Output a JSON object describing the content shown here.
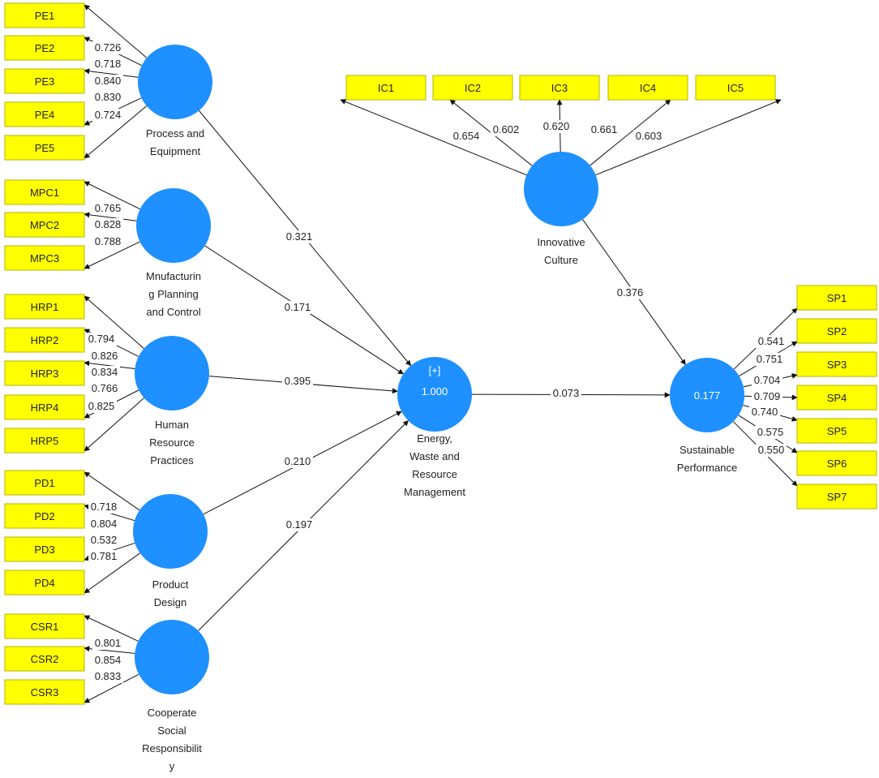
{
  "latents": [
    {
      "id": "pe",
      "name_lines": [
        "Process and",
        "Equipment"
      ],
      "value": "",
      "expand": ""
    },
    {
      "id": "mpc",
      "name_lines": [
        "Mnufacturin",
        "g Planning",
        "and Control"
      ],
      "value": "",
      "expand": ""
    },
    {
      "id": "hrp",
      "name_lines": [
        "Human",
        "Resource",
        "Practices"
      ],
      "value": "",
      "expand": ""
    },
    {
      "id": "pd",
      "name_lines": [
        "Product",
        "Design"
      ],
      "value": "",
      "expand": ""
    },
    {
      "id": "csr",
      "name_lines": [
        "Cooperate",
        "Social",
        "Responsibilit",
        "y"
      ],
      "value": "",
      "expand": ""
    },
    {
      "id": "ewrm",
      "name_lines": [
        "Energy,",
        "Waste and",
        "Resource",
        "Management"
      ],
      "value": "1.000",
      "expand": "[+]"
    },
    {
      "id": "ic",
      "name_lines": [
        "Innovative",
        "Culture"
      ],
      "value": "",
      "expand": ""
    },
    {
      "id": "sp",
      "name_lines": [
        "Sustainable",
        "Performance"
      ],
      "value": "0.177",
      "expand": ""
    }
  ],
  "indicators": {
    "pe": {
      "labels": [
        "PE1",
        "PE2",
        "PE3",
        "PE4",
        "PE5"
      ],
      "loadings": [
        "0.726",
        "0.718",
        "0.840",
        "0.830",
        "0.724"
      ]
    },
    "mpc": {
      "labels": [
        "MPC1",
        "MPC2",
        "MPC3"
      ],
      "loadings": [
        "0.765",
        "0.828",
        "0.788"
      ]
    },
    "hrp": {
      "labels": [
        "HRP1",
        "HRP2",
        "HRP3",
        "HRP4",
        "HRP5"
      ],
      "loadings": [
        "0.794",
        "0.826",
        "0.834",
        "0.766",
        "0.825"
      ]
    },
    "pd": {
      "labels": [
        "PD1",
        "PD2",
        "PD3",
        "PD4"
      ],
      "loadings": [
        "0.718",
        "0.804",
        "0.532",
        "0.781"
      ]
    },
    "csr": {
      "labels": [
        "CSR1",
        "CSR2",
        "CSR3"
      ],
      "loadings": [
        "0.801",
        "0.854",
        "0.833"
      ]
    },
    "ic": {
      "labels": [
        "IC1",
        "IC2",
        "IC3",
        "IC4",
        "IC5"
      ],
      "loadings": [
        "0.654",
        "0.602",
        "0.620",
        "0.661",
        "0.603"
      ]
    },
    "sp": {
      "labels": [
        "SP1",
        "SP2",
        "SP3",
        "SP4",
        "SP5",
        "SP6",
        "SP7"
      ],
      "loadings": [
        "0.541",
        "0.751",
        "0.704",
        "0.709",
        "0.740",
        "0.575",
        "0.550"
      ]
    }
  },
  "paths": [
    {
      "from": "pe",
      "to": "ewrm",
      "coef": "0.321"
    },
    {
      "from": "mpc",
      "to": "ewrm",
      "coef": "0.171"
    },
    {
      "from": "hrp",
      "to": "ewrm",
      "coef": "0.395"
    },
    {
      "from": "pd",
      "to": "ewrm",
      "coef": "0.210"
    },
    {
      "from": "csr",
      "to": "ewrm",
      "coef": "0.197"
    },
    {
      "from": "ewrm",
      "to": "sp",
      "coef": "0.073"
    },
    {
      "from": "ic",
      "to": "sp",
      "coef": "0.376"
    }
  ],
  "colors": {
    "construct": "#1e90ff",
    "indicator": "#ffff00",
    "line": "#111111"
  }
}
